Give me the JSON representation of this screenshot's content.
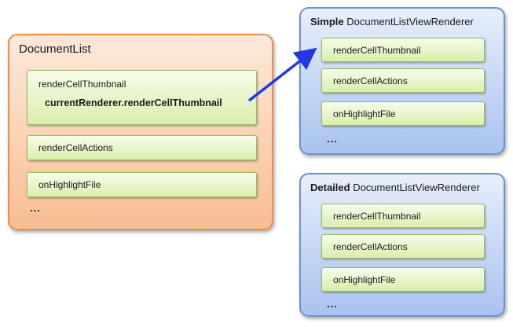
{
  "diagram": {
    "document_list": {
      "title": "DocumentList",
      "thumbnail_method": {
        "label": "renderCellThumbnail",
        "body": "currentRenderer.renderCellThumbnail"
      },
      "methods": [
        "renderCellActions",
        "onHighlightFile"
      ],
      "ellipsis": "..."
    },
    "simple_renderer": {
      "title_bold": "Simple",
      "title_rest": " DocumentListViewRenderer",
      "methods": [
        "renderCellThumbnail",
        "renderCellActions",
        "onHighlightFile"
      ],
      "ellipsis": "..."
    },
    "detailed_renderer": {
      "title_bold": "Detailed",
      "title_rest": " DocumentListViewRenderer",
      "methods": [
        "renderCellThumbnail",
        "renderCellActions",
        "onHighlightFile"
      ],
      "ellipsis": "..."
    },
    "colors": {
      "orange_border": "#e8914e",
      "orange_fill_top": "#fce9da",
      "orange_fill_bottom": "#f8bd92",
      "green_border": "#9cb964",
      "green_fill_top": "#f7fcec",
      "green_fill_bottom": "#d9eeac",
      "blue_border": "#7092cc",
      "blue_fill_top": "#e8eefb",
      "blue_fill_bottom": "#a9c3ef",
      "arrow": "#2337e4",
      "text": "#1a1a1a"
    }
  }
}
